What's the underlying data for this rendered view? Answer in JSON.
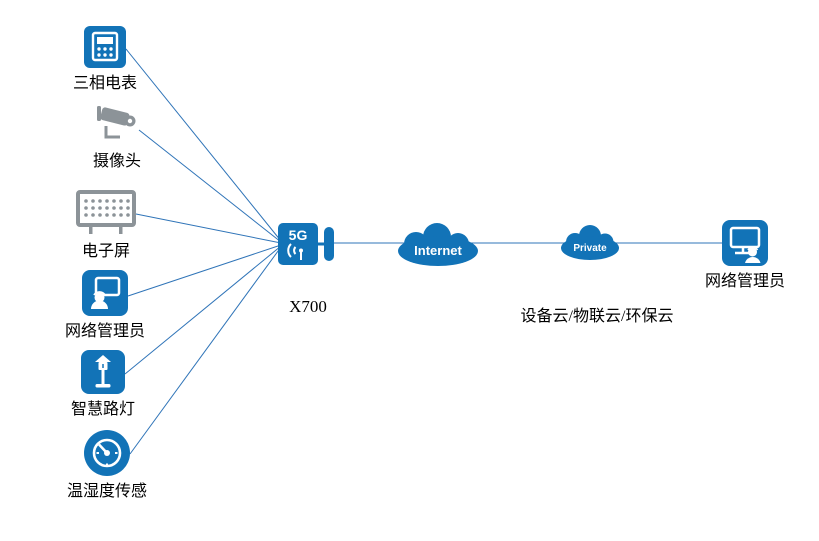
{
  "colors": {
    "primary": "#1273b7",
    "gray": "#8c9398",
    "line": "#2f74b8",
    "text": "#000000"
  },
  "diagram": {
    "devices": [
      {
        "label": "三相电表",
        "icon": "three-phase-meter-icon"
      },
      {
        "label": "摄像头",
        "icon": "cctv-camera-icon"
      },
      {
        "label": "电子屏",
        "icon": "led-screen-icon"
      },
      {
        "label": "网络管理员",
        "icon": "network-admin-workstation-icon"
      },
      {
        "label": "智慧路灯",
        "icon": "smart-streetlight-icon"
      },
      {
        "label": "温湿度传感",
        "icon": "temp-humidity-sensor-icon"
      }
    ],
    "router": {
      "label": "X700",
      "badge": "5G"
    },
    "internet_cloud": {
      "label": "Internet"
    },
    "private_cloud": {
      "label": "Private"
    },
    "cloud_caption": "设备云/物联云/环保云",
    "remote_admin": {
      "label": "网络管理员"
    }
  }
}
